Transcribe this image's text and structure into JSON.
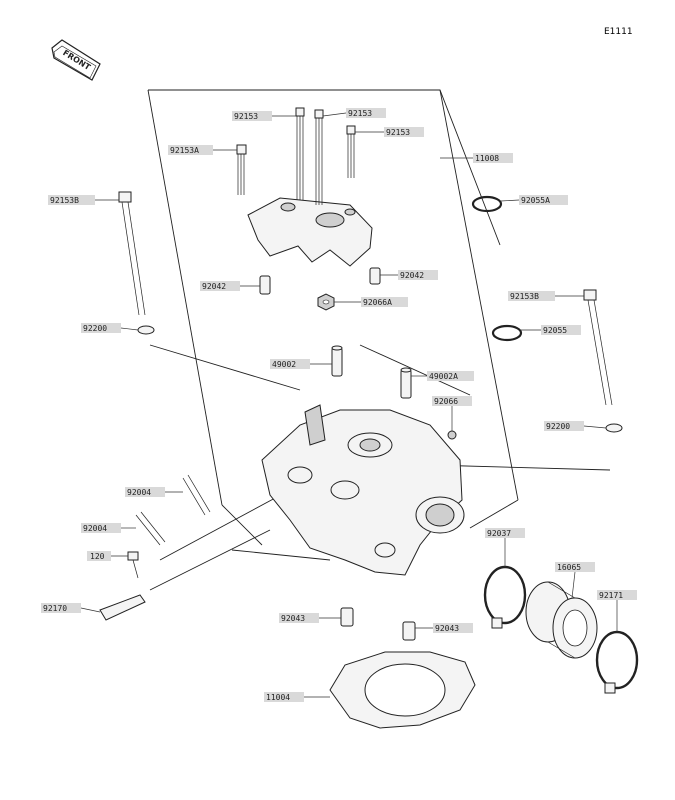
{
  "diagram_code": "E1111",
  "front_badge": "FRONT",
  "callouts": [
    {
      "id": "c1",
      "text": "92153"
    },
    {
      "id": "c2",
      "text": "92153"
    },
    {
      "id": "c3",
      "text": "92153"
    },
    {
      "id": "c4",
      "text": "92153A"
    },
    {
      "id": "c5",
      "text": "11008"
    },
    {
      "id": "c6",
      "text": "92153B"
    },
    {
      "id": "c7",
      "text": "92055A"
    },
    {
      "id": "c8",
      "text": "92042"
    },
    {
      "id": "c9",
      "text": "92042"
    },
    {
      "id": "c10",
      "text": "92066A"
    },
    {
      "id": "c11",
      "text": "92153B"
    },
    {
      "id": "c12",
      "text": "92200"
    },
    {
      "id": "c13",
      "text": "92055"
    },
    {
      "id": "c14",
      "text": "49002"
    },
    {
      "id": "c15",
      "text": "49002A"
    },
    {
      "id": "c16",
      "text": "92066"
    },
    {
      "id": "c17",
      "text": "92200"
    },
    {
      "id": "c18",
      "text": "92004"
    },
    {
      "id": "c19",
      "text": "92004"
    },
    {
      "id": "c20",
      "text": "120"
    },
    {
      "id": "c21",
      "text": "92037"
    },
    {
      "id": "c22",
      "text": "16065"
    },
    {
      "id": "c23",
      "text": "92171"
    },
    {
      "id": "c24",
      "text": "92170"
    },
    {
      "id": "c25",
      "text": "92043"
    },
    {
      "id": "c26",
      "text": "92043"
    },
    {
      "id": "c27",
      "text": "11004"
    }
  ]
}
